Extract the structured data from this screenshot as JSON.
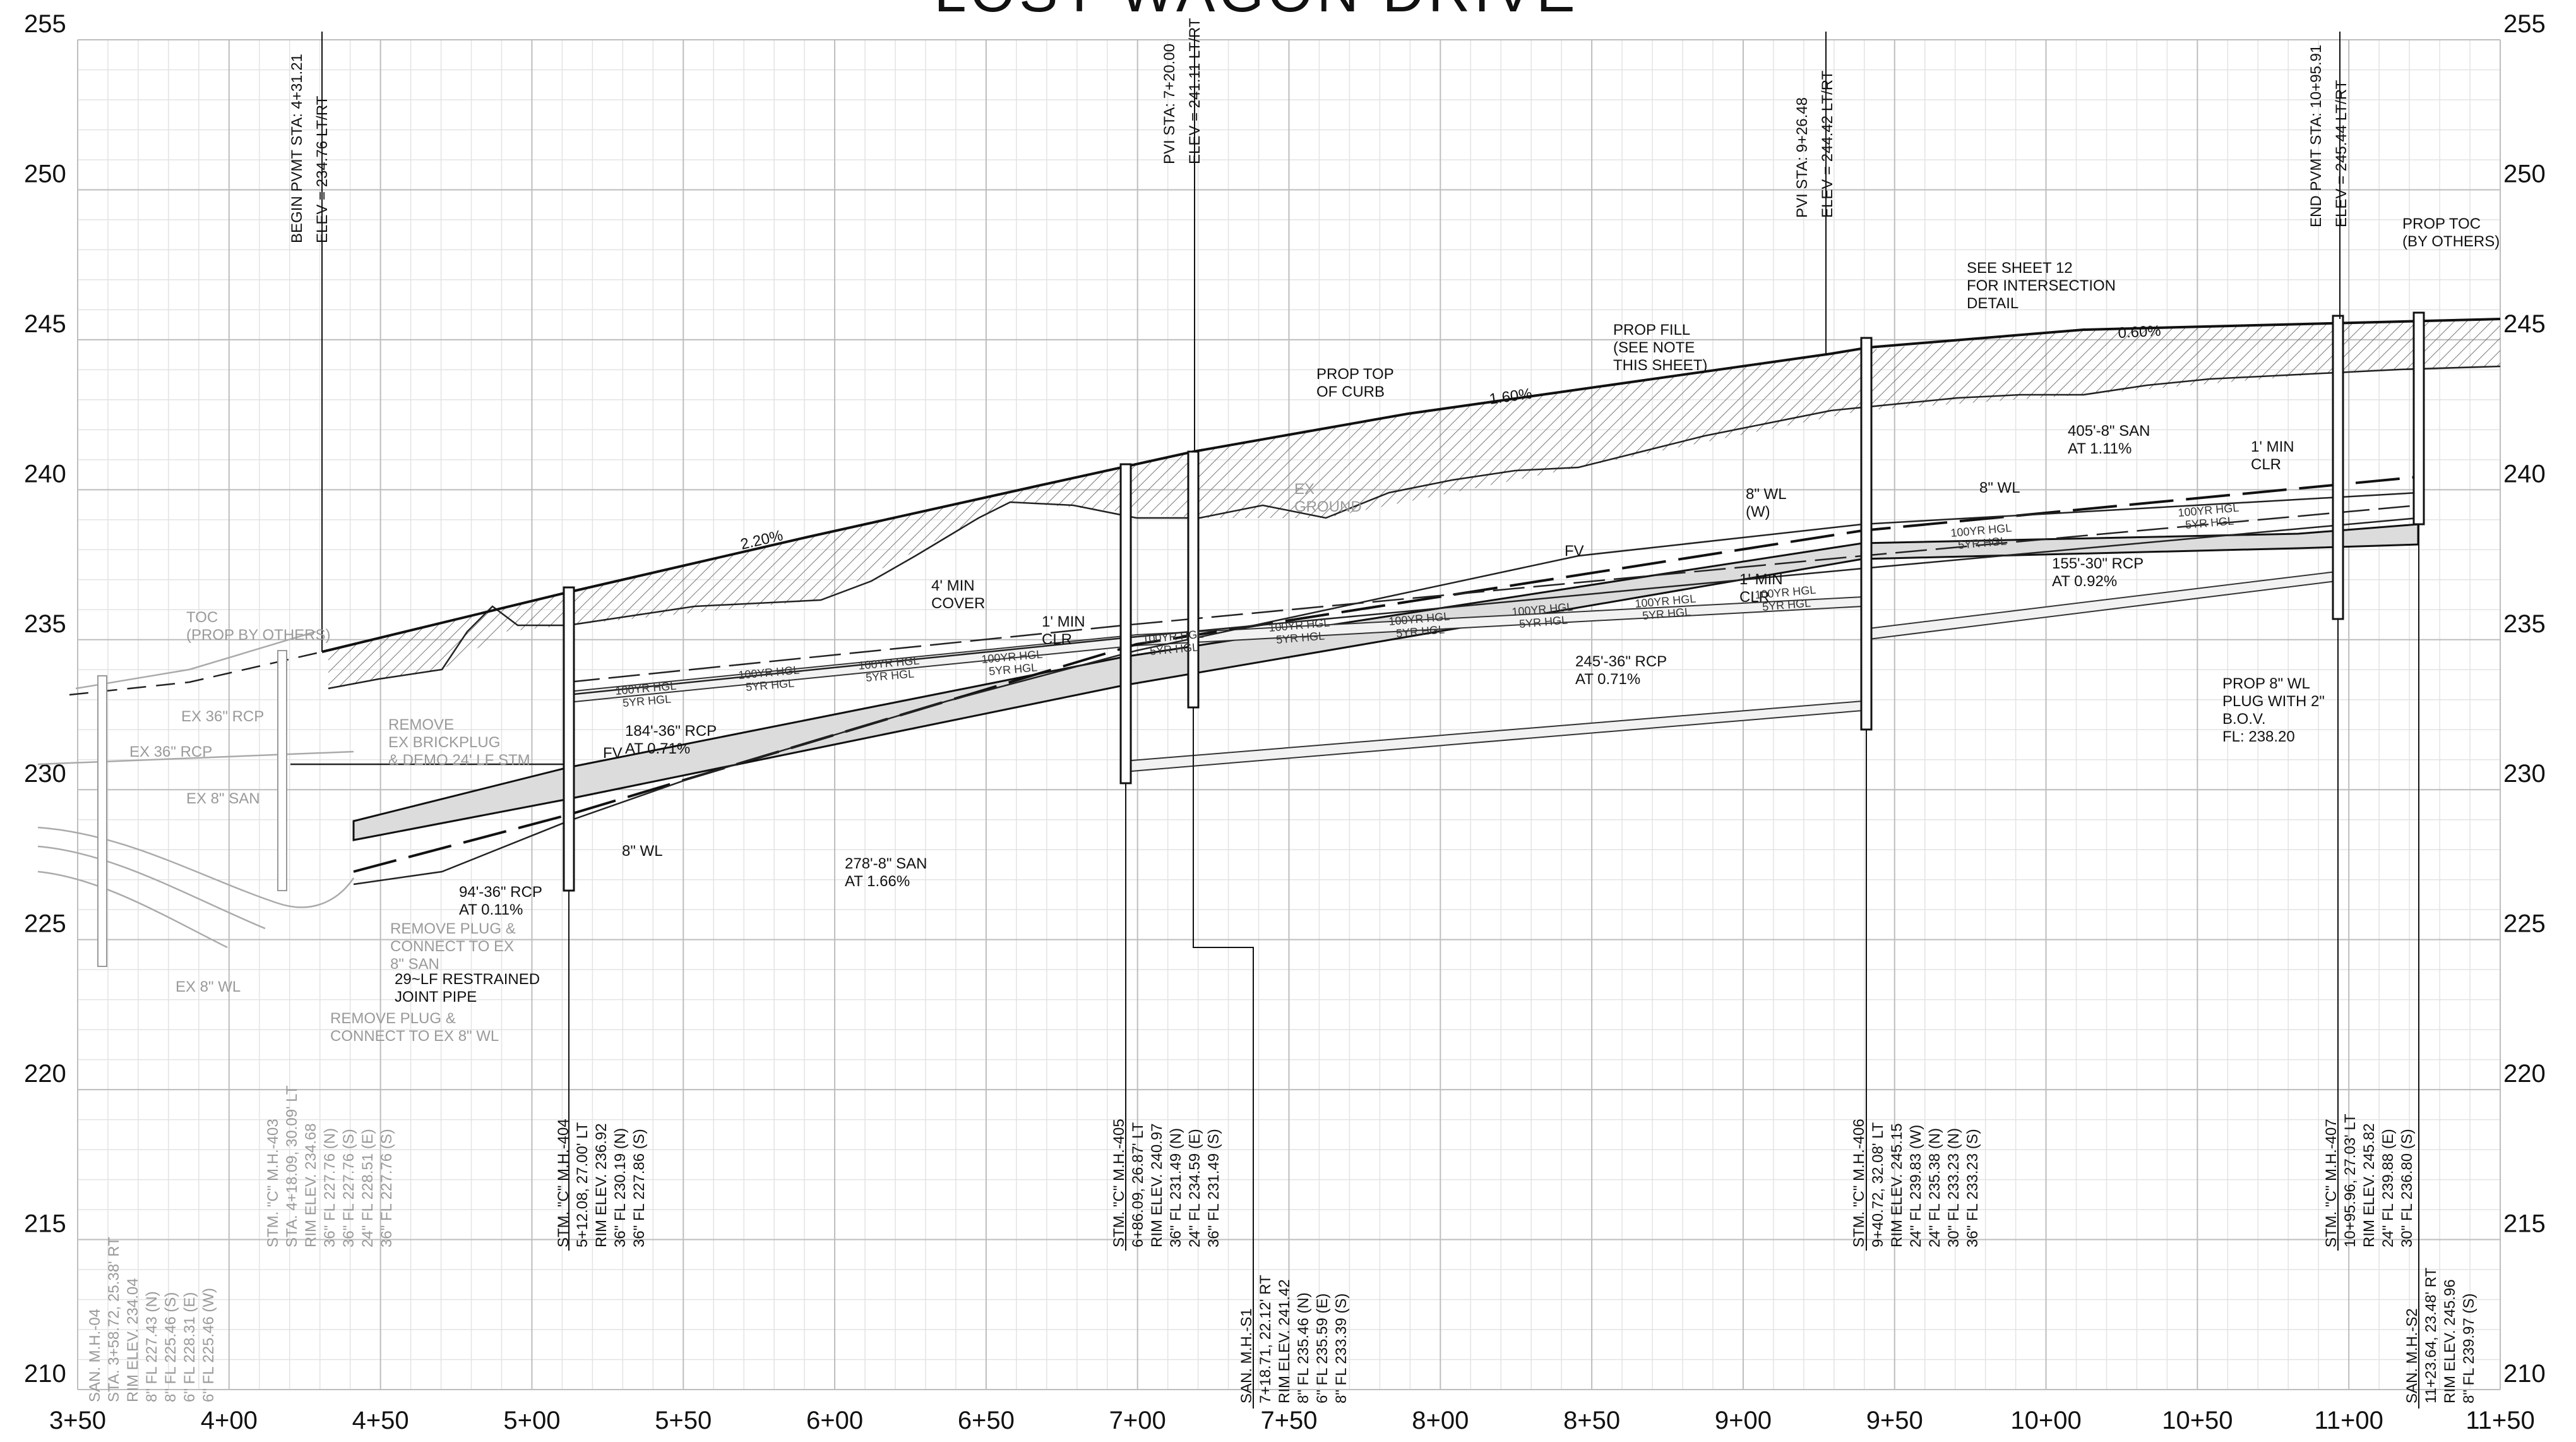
{
  "title": "LOST WAGON DRIVE",
  "elevation_ticks": [
    "255",
    "250",
    "245",
    "240",
    "235",
    "230",
    "225",
    "220",
    "215",
    "210"
  ],
  "station_ticks": [
    "3+50",
    "4+00",
    "4+50",
    "5+00",
    "5+50",
    "6+00",
    "6+50",
    "7+00",
    "7+50",
    "8+00",
    "8+50",
    "9+00",
    "9+50",
    "10+00",
    "10+50",
    "11+00",
    "11+50"
  ],
  "vertical_control_labels": [
    {
      "id": "begin-pvmt",
      "lines": [
        "BEGIN PVMT STA: 4+31.21",
        "ELEV =  234.76 LT/RT"
      ]
    },
    {
      "id": "pvi-1",
      "lines": [
        "PVI STA: 7+20.00",
        "ELEV =  241.11 LT/RT"
      ]
    },
    {
      "id": "pvi-2",
      "lines": [
        "PVI STA: 9+26.48",
        "ELEV =  244.42 LT/RT"
      ]
    },
    {
      "id": "end-pvmt",
      "lines": [
        "END PVMT STA: 10+95.91",
        "ELEV =  245.44 LT/RT"
      ]
    }
  ],
  "structure_labels": [
    {
      "id": "sta-c-mh-403",
      "gray": true,
      "lines": [
        "STM. \"C\" M.H.-403",
        "STA. 4+18.09, 30.09' LT",
        "RIM ELEV. 234.68",
        "36\" FL 227.76 (N)",
        "36\" FL 227.76 (S)",
        "24\" FL 228.51 (E)",
        "36\" FL 227.76 (S)"
      ]
    },
    {
      "id": "san-mh-04",
      "gray": true,
      "lines": [
        "SAN. M.H.-04",
        "STA. 3+58.72, 25.38' RT",
        "RIM ELEV. 234.04",
        "8\" FL 227.43 (N)",
        "8\" FL 225.46 (S)",
        "6\" FL 228.31 (E)",
        "6\" FL 225.46 (W)"
      ]
    },
    {
      "id": "stm-c-mh-404",
      "gray": false,
      "lines": [
        "STM. \"C\" M.H.-404",
        "5+12.08, 27.00' LT",
        "RIM ELEV. 236.92",
        "36\" FL 230.19 (N)",
        "36\" FL 227.86 (S)"
      ]
    },
    {
      "id": "stm-c-mh-405",
      "gray": false,
      "lines": [
        "STM. \"C\" M.H.-405",
        "6+86.09, 26.87' LT",
        "RIM ELEV. 240.97",
        "36\" FL 231.49 (N)",
        "24\" FL 234.59 (E)",
        "36\" FL 231.49 (S)"
      ]
    },
    {
      "id": "san-mh-s1",
      "gray": false,
      "lines": [
        "SAN. M.H.-S1",
        "7+18.71, 22.12' RT",
        "RIM ELEV. 241.42",
        "8\" FL 235.46 (N)",
        "6\" FL 235.59 (E)",
        "8\" FL 233.39 (S)"
      ]
    },
    {
      "id": "stm-c-mh-406",
      "gray": false,
      "lines": [
        "STM. \"C\" M.H.-406",
        "9+40.72, 32.08' LT",
        "RIM ELEV. 245.15",
        "24\" FL 239.83 (W)",
        "24\" FL 235.38 (N)",
        "30\" FL 233.23 (N)",
        "36\" FL 233.23 (S)"
      ]
    },
    {
      "id": "stm-c-mh-407",
      "gray": false,
      "lines": [
        "STM. \"C\" M.H.-407",
        "10+95.96, 27.03' LT",
        "RIM ELEV. 245.82",
        "24\" FL 239.88 (E)",
        "30\" FL 236.80 (S)"
      ]
    },
    {
      "id": "san-mh-s2",
      "gray": false,
      "lines": [
        "SAN. M.H.-S2",
        "11+23.64, 23.48' RT",
        "RIM ELEV. 245.96",
        "8\" FL 239.97 (S)"
      ]
    }
  ],
  "annotations": {
    "grade_220": "2.20%",
    "grade_160": "1.60%",
    "grade_060": "0.60%",
    "prop_top_of_curb": [
      "PROP TOP",
      "OF CURB"
    ],
    "prop_fill": [
      "PROP FILL",
      "(SEE NOTE",
      "THIS SHEET)"
    ],
    "see_sheet_12": [
      "SEE SHEET 12",
      "FOR INTERSECTION",
      "DETAIL"
    ],
    "prop_toc": [
      "PROP TOC",
      "(BY OTHERS)"
    ],
    "ex_ground": [
      "EX",
      "GROUND"
    ],
    "min_cover": [
      "4' MIN",
      "COVER"
    ],
    "min_clr_1": [
      "1' MIN",
      "CLR"
    ],
    "min_clr_2": [
      "1' MIN",
      "CLR"
    ],
    "min_clr_3": [
      "1' MIN",
      "CLR"
    ],
    "san_405": [
      "405'-8\" SAN",
      "AT 1.11%"
    ],
    "wl_w": [
      "8\" WL",
      "(W)"
    ],
    "wl_1": "8\" WL",
    "wl_2": "8\" WL",
    "rcp_155": [
      "155'-30\" RCP",
      "AT 0.92%"
    ],
    "rcp_245": [
      "245'-36\" RCP",
      "AT 0.71%"
    ],
    "rcp_184": [
      "184'-36\" RCP",
      "AT 0.71%"
    ],
    "rcp_94": [
      "94'-36\" RCP",
      "AT 0.11%"
    ],
    "san_278": [
      "278'-8\" SAN",
      "AT 1.66%"
    ],
    "fv_1": "FV",
    "fv_2": "FV",
    "restrained": [
      "29~LF RESTRAINED",
      "JOINT PIPE"
    ],
    "remove_plug_san": [
      "REMOVE PLUG &",
      "CONNECT TO EX",
      "8\" SAN"
    ],
    "remove_plug_wl": [
      "REMOVE PLUG &",
      "CONNECT TO EX 8\" WL"
    ],
    "remove_ex": [
      "REMOVE",
      "EX BRICKPLUG",
      "& DEMO 24' LF STM"
    ],
    "prop_wl_plug": [
      "PROP 8\" WL",
      "PLUG WITH 2\"",
      "B.O.V.",
      "FL: 238.20"
    ],
    "toc_by_others": [
      "TOC",
      "(PROP BY OTHERS)"
    ],
    "ex_36_rcp_a": "EX 36\" RCP",
    "ex_36_rcp_b": "EX 36\" RCP",
    "ex_8_san": "EX 8\" SAN",
    "ex_8_wl": "EX 8\" WL",
    "hgl_100": "100YR HGL",
    "hgl_5": "5YR HGL"
  }
}
